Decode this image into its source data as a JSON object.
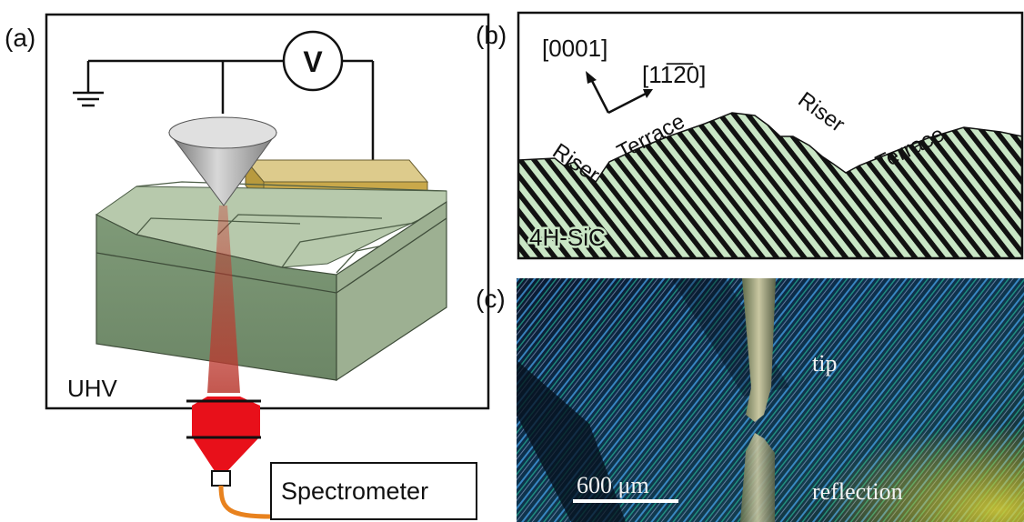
{
  "panel_a": {
    "label": "(a)",
    "voltmeter_symbol": "V",
    "chamber_label": "UHV",
    "spectrometer_label": "Spectrometer"
  },
  "panel_b": {
    "label": "(b)",
    "direction_c_axis": "[0001]",
    "direction_a_axis": "[11̅2̅0]",
    "step_labels": [
      "Riser",
      "Terrace",
      "Riser",
      "Terrace"
    ],
    "material_label": "4H-SiC"
  },
  "panel_c": {
    "label": "(c)",
    "tip_label": "tip",
    "reflection_label": "reflection",
    "scale_bar_label": "600 μm"
  },
  "colors": {
    "substrate_green": "#8fa886",
    "terrace_stripe": "#c9e6c5",
    "laser_red": "#e8101a",
    "fiber_orange": "#e8821e",
    "electrode_gold": "#c9a84a"
  }
}
